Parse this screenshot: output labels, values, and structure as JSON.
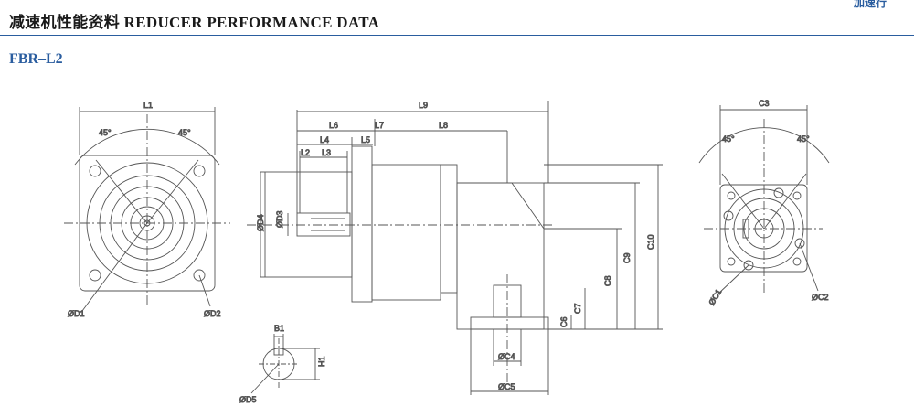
{
  "header": {
    "title": "减速机性能资料 REDUCER PERFORMANCE DATA",
    "corner_fragment": "加速行"
  },
  "model": "FBR–L2",
  "labels": {
    "L1": "L1",
    "L2": "L2",
    "L3": "L3",
    "L4": "L4",
    "L5": "L5",
    "L6": "L6",
    "L7": "L7",
    "L8": "L8",
    "L9": "L9",
    "C1": "ØC1",
    "C2": "ØC2",
    "C3": "C3",
    "C4": "ØC4",
    "C5": "ØC5",
    "C6": "C6",
    "C7": "C7",
    "C8": "C8",
    "C9": "C9",
    "C10": "C10",
    "D1": "ØD1",
    "D2": "ØD2",
    "D3": "ØD3",
    "D4": "ØD4",
    "D5": "ØD5",
    "B1": "B1",
    "H1": "H1",
    "angle": "45°"
  },
  "colors": {
    "accent": "#2a5d9f",
    "line": "#555555"
  }
}
